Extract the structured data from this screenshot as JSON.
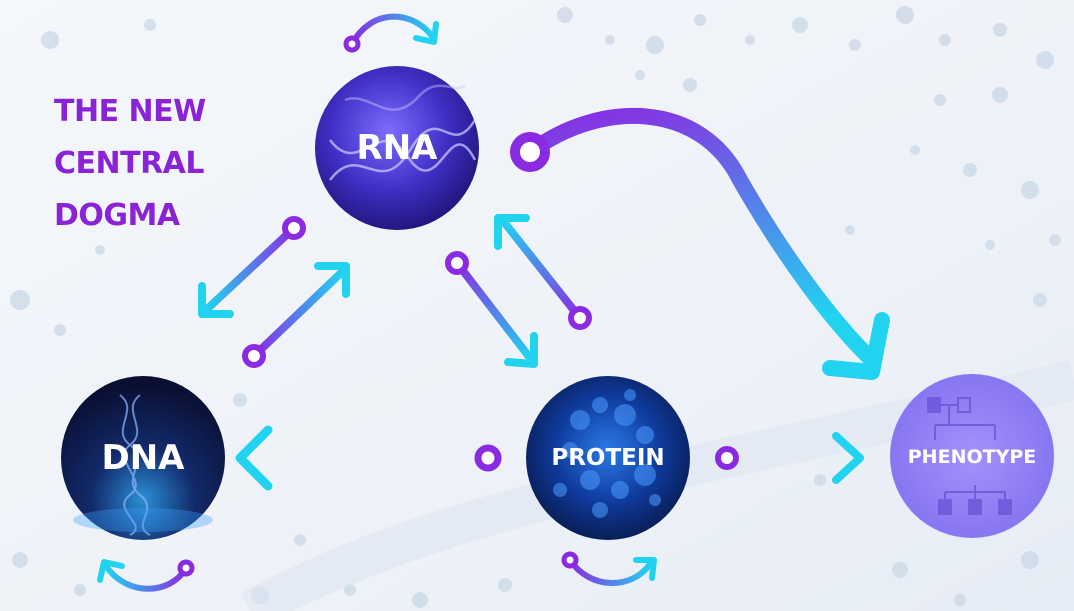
{
  "title_lines": [
    "THE NEW",
    "CENTRAL",
    "DOGMA"
  ],
  "nodes": {
    "rna": "RNA",
    "dna": "DNA",
    "protein": "PROTEIN",
    "phenotype": "PHENOTYPE"
  },
  "colors": {
    "title": "#8a22d6",
    "arrow_start": "#8a2be2",
    "arrow_end": "#22d3f0",
    "phenotype": "#8f7cf4",
    "background": "#eef2f8"
  }
}
